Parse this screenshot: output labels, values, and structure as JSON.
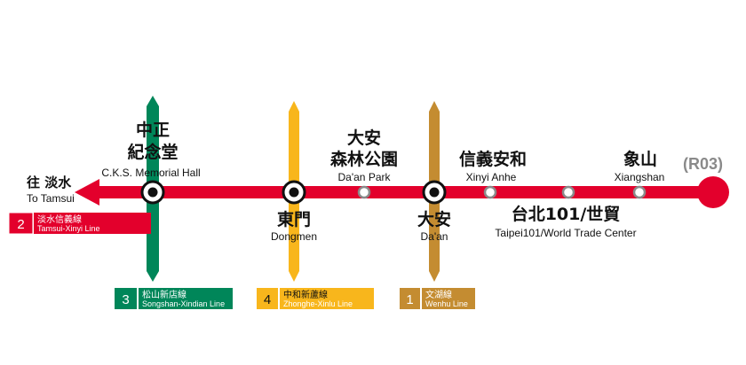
{
  "colors": {
    "red_line": "#E3002C",
    "green_line": "#008659",
    "orange_line": "#F8B61C",
    "brown_line": "#C48C31",
    "station_gray": "#8a8a8a",
    "text": "#111111"
  },
  "direction": {
    "zh": "往 淡水",
    "en": "To Tamsui"
  },
  "terminal": {
    "code": "(R03)"
  },
  "legend": {
    "red": {
      "num": "2",
      "zh": "淡水信義線",
      "en": "Tamsui-Xinyi Line"
    },
    "green": {
      "num": "3",
      "zh": "松山新店線",
      "en": "Songshan-Xindian Line"
    },
    "orange": {
      "num": "4",
      "zh": "中和新蘆線",
      "en": "Zhonghe-Xinlu Line"
    },
    "brown": {
      "num": "1",
      "zh": "文湖線",
      "en": "Wenhu Line"
    }
  },
  "stations": {
    "cks": {
      "zh1": "中正",
      "zh2": "紀念堂",
      "en": "C.K.S. Memorial Hall"
    },
    "dongmen": {
      "zh": "東門",
      "en": "Dongmen"
    },
    "daanpark": {
      "zh1": "大安",
      "zh2": "森林公園",
      "en": "Da'an Park"
    },
    "daan": {
      "zh": "大安",
      "en": "Da'an"
    },
    "xinyianhe": {
      "zh": "信義安和",
      "en": "Xinyi Anhe"
    },
    "taipei101": {
      "zh": "台北101/世貿",
      "en": "Taipei101/World Trade Center"
    },
    "xiangshan": {
      "zh": "象山",
      "en": "Xiangshan"
    }
  }
}
